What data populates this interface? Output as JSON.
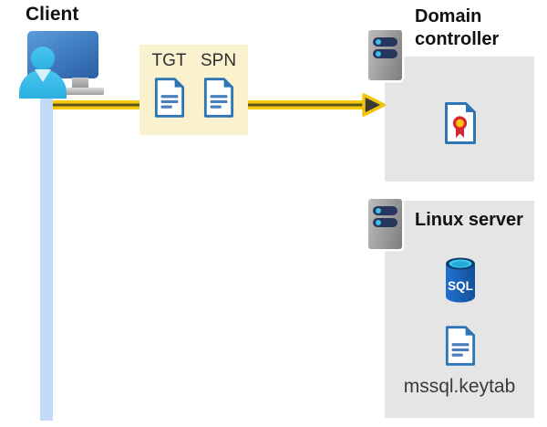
{
  "client": {
    "title": "Client"
  },
  "ticket_box": {
    "labels": [
      "TGT",
      "SPN"
    ]
  },
  "domain_controller": {
    "title_lines": [
      "Domain",
      "controller"
    ]
  },
  "linux_server": {
    "title": "Linux server",
    "database_label": "SQL",
    "keytab_label": "mssql.keytab"
  },
  "colors": {
    "arrow_yellow": "#F7C90C",
    "arrow_core_stripe": "#5C561A",
    "arrowhead_fill": "#3A3A38",
    "ticket_box_bg": "#FAF2CE",
    "panel_bg": "#E5E5E5",
    "document_blue": "#2E75B6",
    "document_line_blue": "#4A7EBC",
    "client_drop_line_blue": "#C2DAF8",
    "monitor_blue": "#3F7CC2",
    "person_cyan": "#31B9E9",
    "server_gray": "#9A9A9A",
    "server_slot_navy": "#26365C",
    "server_dot_cyan": "#41BEE8",
    "certificate_red": "#D6262E",
    "certificate_gold": "#FFC20E",
    "sql_body_blue": "#1A63BE",
    "sql_top_navy": "#0C3B6E",
    "sql_top_cyan": "#3FC4EA"
  }
}
